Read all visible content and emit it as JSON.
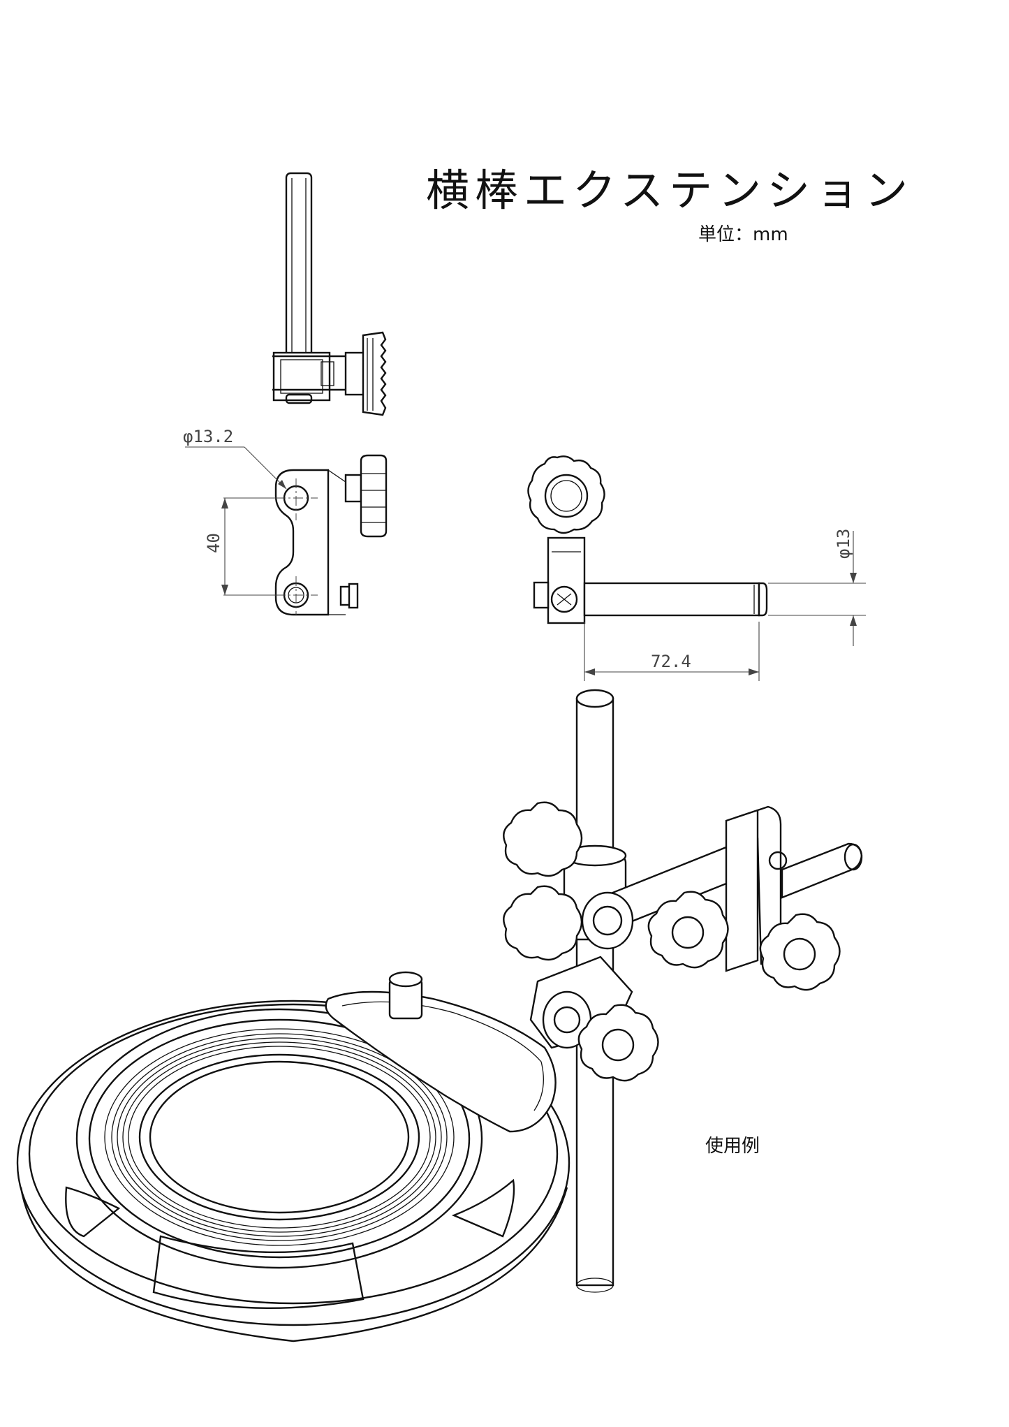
{
  "title": "横棒エクステンション",
  "unit_label": "単位：mm",
  "example_label": "使用例",
  "dimensions": {
    "hole_diameter": "φ13.2",
    "hole_pitch": "40",
    "rod_diameter": "φ13",
    "rod_length": "72.4"
  }
}
